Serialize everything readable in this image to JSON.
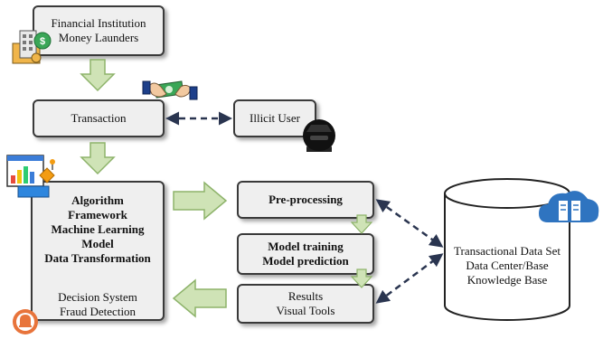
{
  "financial": {
    "line1": "Financial Institution",
    "line2": "Money Launders"
  },
  "transaction": {
    "label": "Transaction"
  },
  "illicit": {
    "label": "Illicit User"
  },
  "algorithm": {
    "bold_lines": [
      "Algorithm",
      "Framework",
      "Machine Learning",
      "Model",
      "Data Transformation"
    ],
    "lines": [
      "Decision System",
      "Fraud Detection"
    ]
  },
  "preprocessing": {
    "label": "Pre-processing"
  },
  "model": {
    "line1": "Model training",
    "line2": "Model prediction"
  },
  "results": {
    "line1": "Results",
    "line2": "Visual Tools"
  },
  "database": {
    "line1": "Transactional Data Set",
    "line2": "Data Center/Base",
    "line3": "Knowledge Base"
  },
  "icons": [
    "bank-building-icon",
    "money-hand-icon",
    "hacker-icon",
    "dashboard-chart-icon",
    "alarm-bell-icon",
    "server-cloud-icon"
  ],
  "colors": {
    "arrow_fill": "#cfe3b6",
    "arrow_stroke": "#8db36a",
    "box_fill": "#efefef",
    "dash": "#2a3550"
  }
}
